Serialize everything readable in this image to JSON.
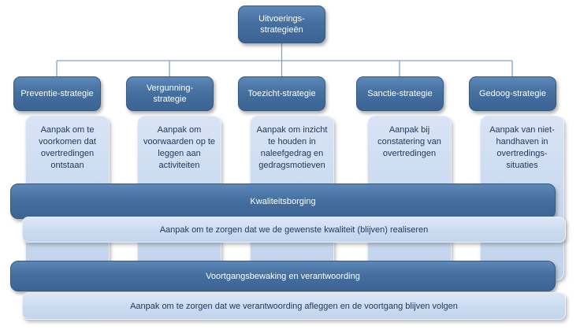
{
  "root": {
    "label": "Uitvoerings-strategieën"
  },
  "strategies": [
    {
      "label": "Preventie-strategie",
      "description": "Aanpak om te voorkomen dat overtredingen ontstaan"
    },
    {
      "label": "Vergunning-strategie",
      "description": "Aanpak om voorwaarden op te leggen aan activiteiten"
    },
    {
      "label": "Toezicht-strategie",
      "description": "Aanpak om inzicht te houden in naleefgedrag en gedragsmotieven"
    },
    {
      "label": "Sanctie-strategie",
      "description": "Aanpak bij constatering van overtredingen"
    },
    {
      "label": "Gedoog-strategie",
      "description": "Aanpak van niet-handhaven in overtredings-situaties"
    }
  ],
  "bands": [
    {
      "title": "Kwaliteitsborging",
      "description": "Aanpak om te zorgen dat we de gewenste kwaliteit (blijven) realiseren"
    },
    {
      "title": "Voortgangsbewaking en verantwoording",
      "description": "Aanpak om te zorgen dat we verantwoording afleggen en de voortgang blijven volgen"
    }
  ],
  "colors": {
    "dark_box_fill": "#45709f",
    "dark_box_border": "#35597f",
    "light_box_fill": "#c9daf0",
    "dark_text": "#1f3a60",
    "light_text": "#ffffff",
    "connector_line": "#7da4d0"
  }
}
